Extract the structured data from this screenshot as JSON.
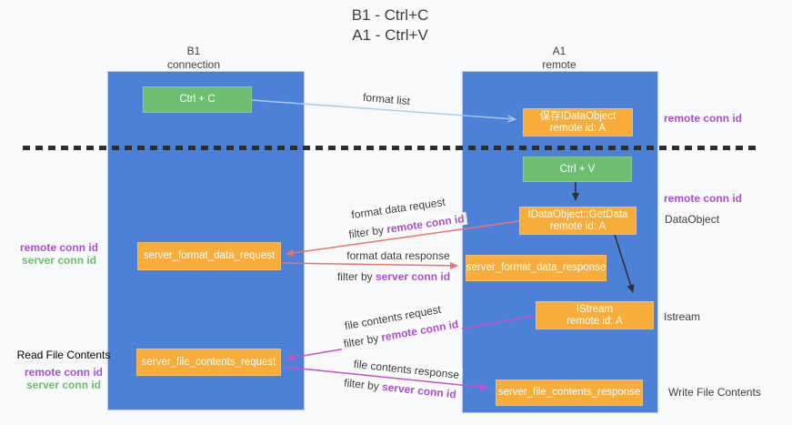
{
  "title": {
    "line1": "B1 - Ctrl+C",
    "line2": "A1 - Ctrl+V"
  },
  "columns": {
    "left": {
      "name": "B1",
      "role": "connection"
    },
    "right": {
      "name": "A1",
      "role": "remote"
    }
  },
  "nodes": {
    "ctrl_c": {
      "label": "Ctrl + C"
    },
    "ctrl_v": {
      "label": "Ctrl + V"
    },
    "save_dataobject": {
      "line1": "保存IDataObject",
      "line2": "remote id: A"
    },
    "getdata": {
      "line1": "IDataObject::GetData",
      "line2": "remote id: A"
    },
    "istream": {
      "line1": "IStream",
      "line2": "remote id: A"
    },
    "format_request": {
      "label": "server_format_data_request"
    },
    "format_response": {
      "label": "server_format_data_response"
    },
    "file_request": {
      "label": "server_file_contents_request"
    },
    "file_response": {
      "label": "server_file_contents_response"
    }
  },
  "edge_labels": {
    "format_list": "format list",
    "format_data_request": "format data request",
    "format_data_response": "format data response",
    "file_contents_request": "file contents request",
    "file_contents_response": "file contents response",
    "filter_by": "filter by",
    "remote_conn_id": "remote conn id",
    "server_conn_id": "server conn id"
  },
  "side_labels": {
    "remote_conn_id_top": "remote conn id",
    "remote_conn_id_mid": "remote conn id",
    "dataobject": "DataObject",
    "istream": "Istream",
    "read_file_contents": "Read File Contents",
    "write_file_contents": "Write File Contents",
    "left_top": {
      "remote": "remote conn id",
      "server": "server conn id"
    },
    "left_bottom": {
      "remote": "remote conn id",
      "server": "server conn id"
    }
  },
  "colors": {
    "column_fill": "#4d81d8",
    "node_orange": "#f8ad3a",
    "node_green": "#6cbe70",
    "arrow_blue": "#a5cbee",
    "arrow_salmon": "#e8756e",
    "arrow_magenta": "#c750c7",
    "arrow_black": "#303030",
    "text_purple": "#ab4fce",
    "text_green": "#6abf69",
    "text_dark": "#3d3d3d"
  }
}
